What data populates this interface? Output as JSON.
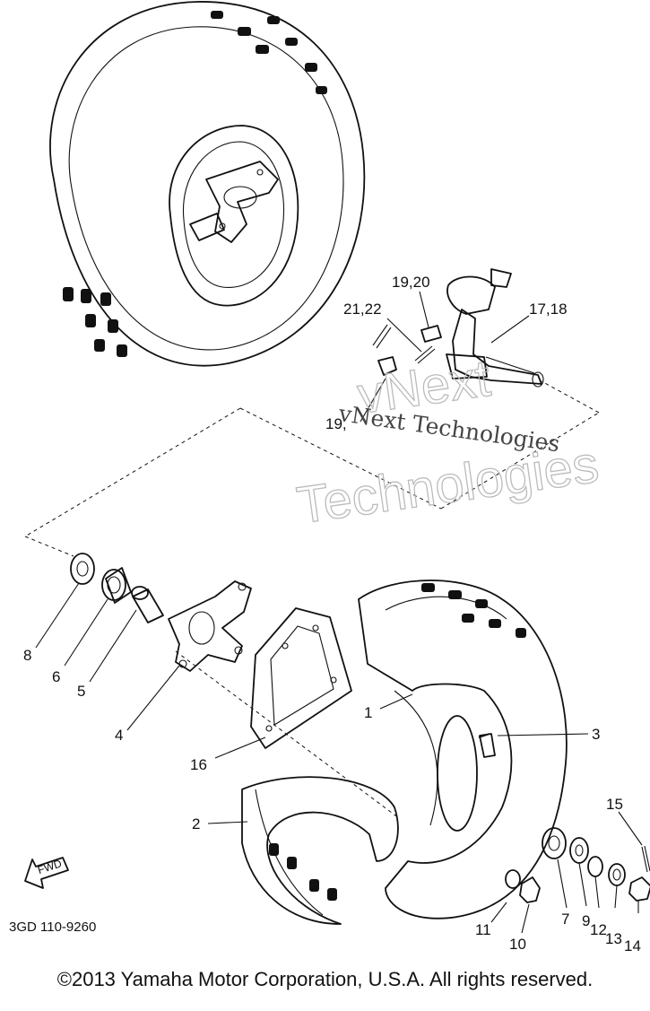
{
  "diagram": {
    "drawing_number": "3GD 110-9260",
    "direction_label": "FWD",
    "watermark_outline_line1": "vNext",
    "watermark_outline_line2": "Technologies",
    "watermark_text": "vNext Technologies",
    "callouts": {
      "p1": "1",
      "p2": "2",
      "p3": "3",
      "p4": "4",
      "p5": "5",
      "p6": "6",
      "p7": "7",
      "p8": "8",
      "p9": "9",
      "p10": "10",
      "p11": "11",
      "p12": "12",
      "p13": "13",
      "p14": "14",
      "p15": "15",
      "p16": "16",
      "p17_18": "17,18",
      "p19_20": "19,20",
      "p19_partial": "19,",
      "p21_22": "21,22"
    }
  },
  "footer": {
    "copyright": "©2013 Yamaha Motor Corporation, U.S.A. All rights reserved."
  }
}
